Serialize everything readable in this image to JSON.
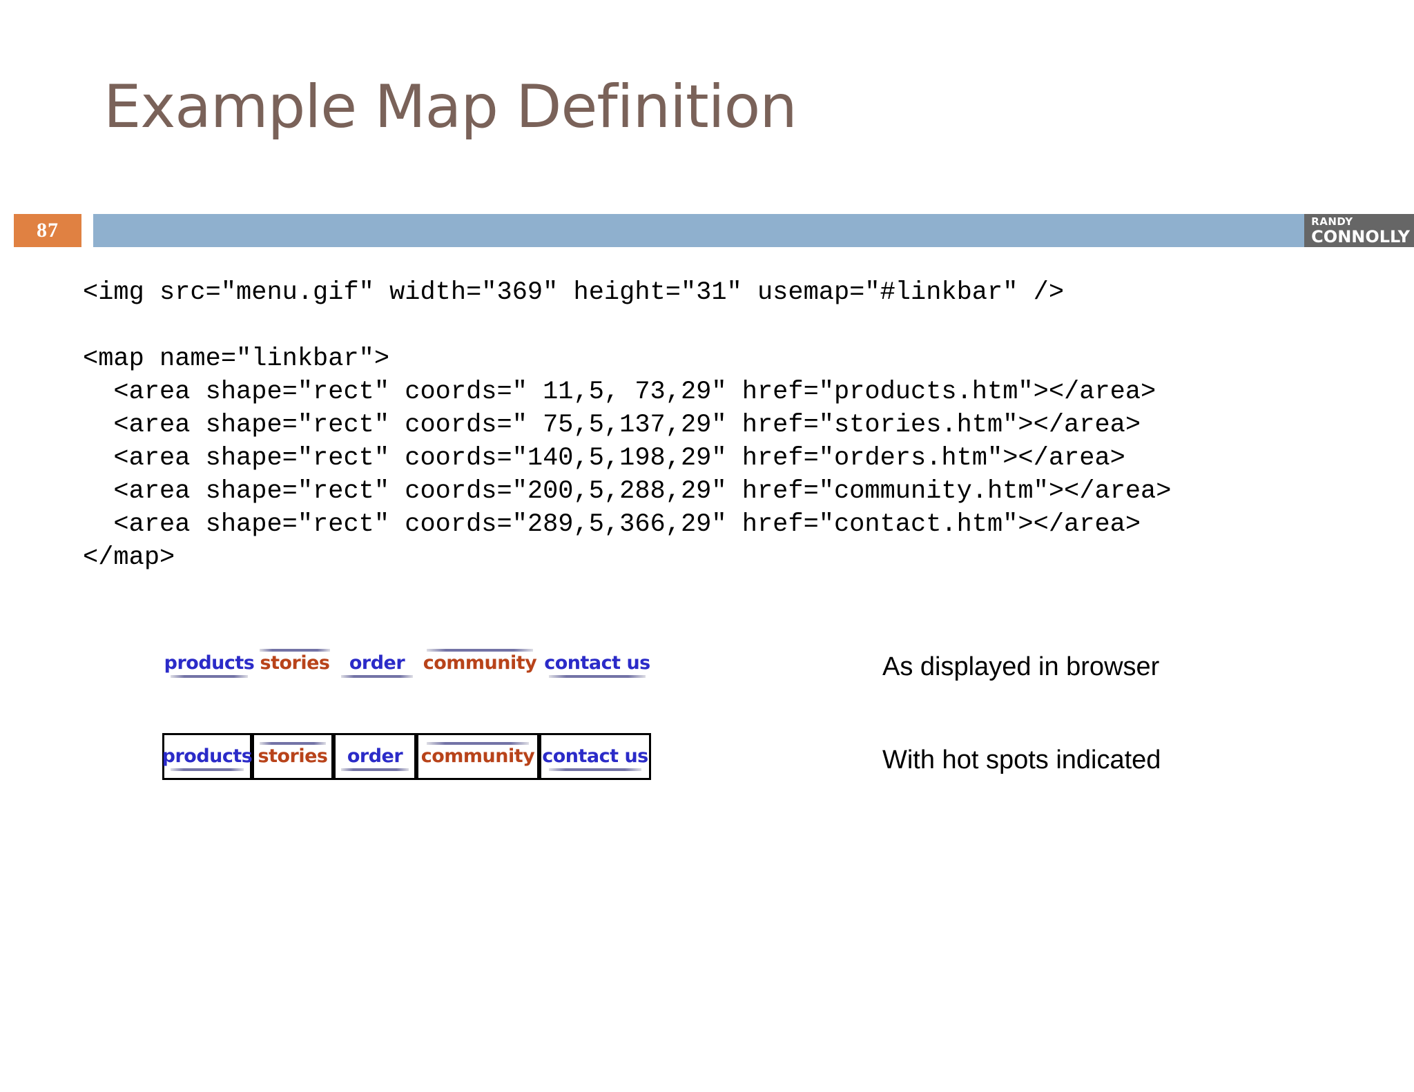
{
  "slide": {
    "title": "Example Map Definition",
    "page_number": "87",
    "accent_orange": "#e08142",
    "accent_blue": "#8fb0ce",
    "title_color": "#7a6259"
  },
  "brand": {
    "line1": "RANDY",
    "line2": "CONNOLLY"
  },
  "code": {
    "lines": [
      "<img src=\"menu.gif\" width=\"369\" height=\"31\" usemap=\"#linkbar\" />",
      "",
      "<map name=\"linkbar\">",
      "  <area shape=\"rect\" coords=\" 11,5, 73,29\" href=\"products.htm\"></area>",
      "  <area shape=\"rect\" coords=\" 75,5,137,29\" href=\"stories.htm\"></area>",
      "  <area shape=\"rect\" coords=\"140,5,198,29\" href=\"orders.htm\"></area>",
      "  <area shape=\"rect\" coords=\"200,5,288,29\" href=\"community.htm\"></area>",
      "  <area shape=\"rect\" coords=\"289,5,366,29\" href=\"contact.htm\"></area>",
      "</map>"
    ]
  },
  "menu_graphic": {
    "link_blue": "#2b2bc8",
    "link_orange": "#b8431a",
    "items": [
      {
        "label": "products",
        "color": "blue",
        "top_rule": false,
        "bottom_rule": true,
        "width": 130
      },
      {
        "label": "stories",
        "color": "orange",
        "top_rule": true,
        "bottom_rule": false,
        "width": 118
      },
      {
        "label": "order",
        "color": "blue",
        "top_rule": false,
        "bottom_rule": true,
        "width": 120
      },
      {
        "label": "community",
        "color": "orange",
        "top_rule": true,
        "bottom_rule": false,
        "width": 178
      },
      {
        "label": "contact us",
        "color": "blue",
        "top_rule": false,
        "bottom_rule": true,
        "width": 162
      }
    ]
  },
  "annotations": {
    "browser": "As displayed in browser",
    "hotspots": "With hot spots indicated"
  }
}
